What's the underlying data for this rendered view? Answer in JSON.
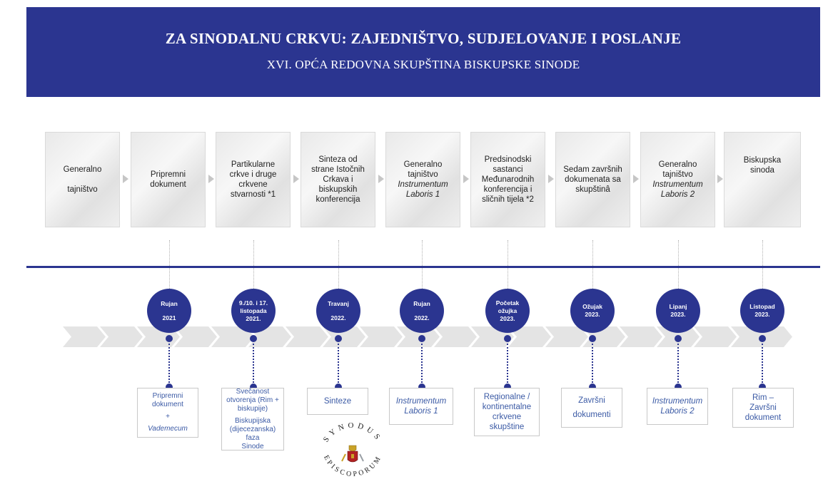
{
  "header": {
    "title": "ZA SINODALNU CRKVU: ZAJEDNIŠTVO, SUDJELOVANJE I POSLANJE",
    "subtitle": "XVI. OPĆA REDOVNA SKUPŠTINA BISKUPSKE SINODE"
  },
  "stages": [
    {
      "l1": "Generalno",
      "l2": "",
      "l3": "tajništvo"
    },
    {
      "l1": "Pripremni",
      "l2": "dokument"
    },
    {
      "l1": "Partikularne",
      "l2": "crkve i druge",
      "l3": "crkvene",
      "l4": "stvarnosti *1"
    },
    {
      "l1": "Sinteza od",
      "l2": "strane Istočnih",
      "l3": "Crkava i",
      "l4": "biskupskih",
      "l5": "konferencija"
    },
    {
      "l1": "Generalno",
      "l2": "tajništvo",
      "l3": "Instrumentum",
      "l4": "Laboris 1"
    },
    {
      "l1": "Predsinodski",
      "l2": "sastanci",
      "l3": "Međunarodnih",
      "l4": "konferencija i",
      "l5": "sličnih tijela *2"
    },
    {
      "l1": "Sedam završnih",
      "l2": "dokumenata sa",
      "l3": "skupštinâ"
    },
    {
      "l1": "Generalno",
      "l2": "tajništvo",
      "l3": "Instrumentum",
      "l4": "Laboris 2"
    },
    {
      "l1": "Biskupska",
      "l2": "sinoda"
    }
  ],
  "milestones": [
    {
      "l1": "Rujan",
      "l2": "2021"
    },
    {
      "l1": "9./10. i 17.",
      "l2": "listopada",
      "l3": "2021."
    },
    {
      "l1": "Travanj",
      "l2": "2022."
    },
    {
      "l1": "Rujan",
      "l2": "2022."
    },
    {
      "l1": "Početak",
      "l2": "ožujka",
      "l3": "2023."
    },
    {
      "l1": "Ožujak",
      "l2": "2023."
    },
    {
      "l1": "Lipanj",
      "l2": "2023."
    },
    {
      "l1": "Listopad",
      "l2": "2023."
    }
  ],
  "outputs": [
    {
      "l1": "Pripremni",
      "l2": "dokument",
      "l3": "+",
      "l4": "Vademecum"
    },
    {
      "l1": "Svečanost",
      "l2": "otvorenja (Rim +",
      "l3": "biskupije)",
      "l4": "Biskupijska",
      "l5": "(dijecezanska) faza",
      "l6": "Sinode"
    },
    {
      "l1": "Sinteze"
    },
    {
      "l1": "Instrumentum",
      "l2": "Laboris 1"
    },
    {
      "l1": "Regionalne /",
      "l2": "kontinentalne",
      "l3": "crkvene",
      "l4": "skupštine"
    },
    {
      "l1": "Završni",
      "l2": "dokumenti"
    },
    {
      "l1": "Instrumentum",
      "l2": "Laboris 2"
    },
    {
      "l1": "Rim –",
      "l2": "Završni",
      "l3": "dokument"
    }
  ],
  "seal": {
    "top_text": "SYNODUS",
    "bottom_text": "EPISCOPORUM"
  },
  "colors": {
    "navy": "#2b3590",
    "output_text": "#3b5aa5",
    "chevron": "#e4e4e4"
  }
}
